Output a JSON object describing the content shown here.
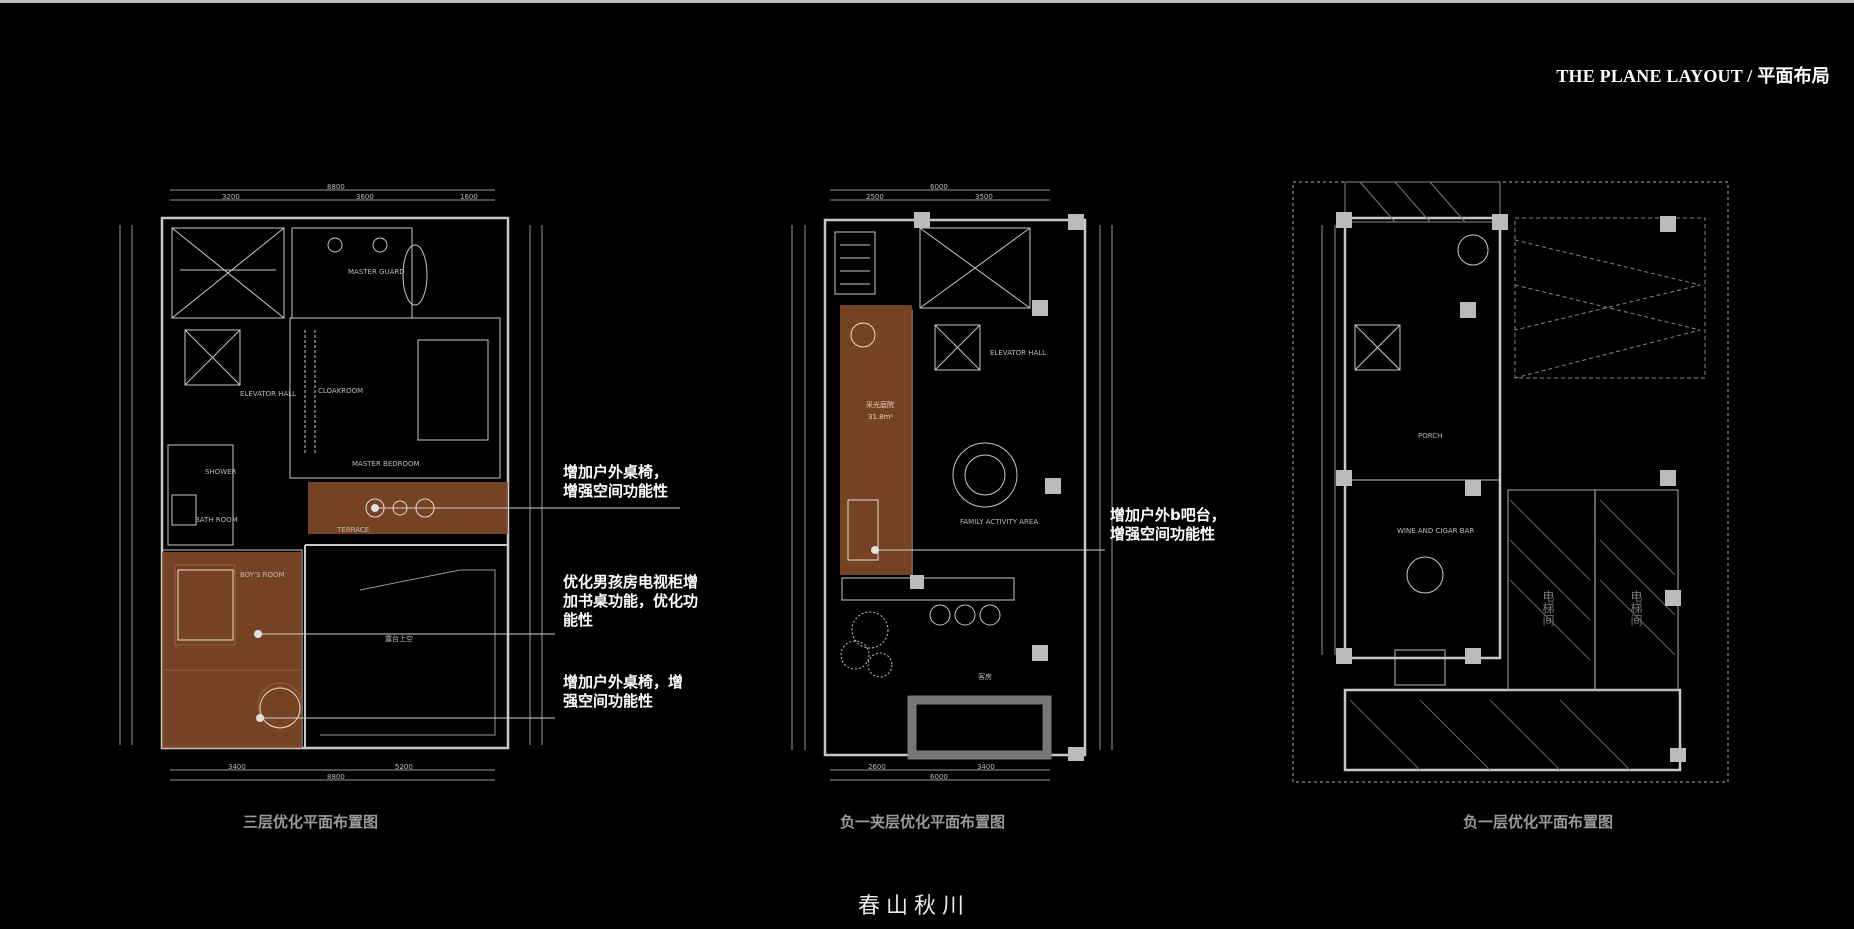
{
  "header": {
    "title": "THE PLANE LAYOUT / 平面布局"
  },
  "captions": {
    "plan_3f": "三层优化平面布置图",
    "plan_b1_mezz": "负一夹层优化平面布置图",
    "plan_b1": "负一层优化平面布置图"
  },
  "annotations": {
    "terrace_3f": [
      "增加户外桌椅，",
      "增强空间功能性"
    ],
    "boys_room": [
      "优化男孩房电视柜增",
      "加书桌功能，优化功",
      "能性"
    ],
    "balcony_3f": [
      "增加户外桌椅，增",
      "强空间功能性"
    ],
    "courtyard_b1m": [
      "增加户外b吧台，",
      "增强空间功能性"
    ]
  },
  "plan_labels": {
    "p1_dims_top": [
      "8800",
      "3200",
      "3600",
      "1600"
    ],
    "p1_dims_bottom": [
      "3400",
      "5200",
      "8800"
    ],
    "p1_rooms": [
      "MASTER GUARD",
      "ELEVATOR HALL",
      "CLOAKROOM",
      "MASTER BEDROOM",
      "TERRACE",
      "BOY'S ROOM",
      "BATH ROOM",
      "SHOWER",
      "露台上空"
    ],
    "p2_dims_top": [
      "6000",
      "2500",
      "3500"
    ],
    "p2_dims_bottom": [
      "2600",
      "3400",
      "6000"
    ],
    "p2_rooms": [
      "ELEVATOR HALL",
      "采光庭院",
      "31.8m²",
      "FAMILY ACTIVITY AREA",
      "客房"
    ],
    "p3_rooms": [
      "PORCH",
      "WINE AND CIGAR BAR",
      "电梯间",
      "电梯间"
    ]
  },
  "brand": {
    "logo_text": "春山秋川"
  },
  "colors": {
    "highlight": "#8a4f2a",
    "lines": "#c8c8c8",
    "caption": "#9a9a9a"
  }
}
